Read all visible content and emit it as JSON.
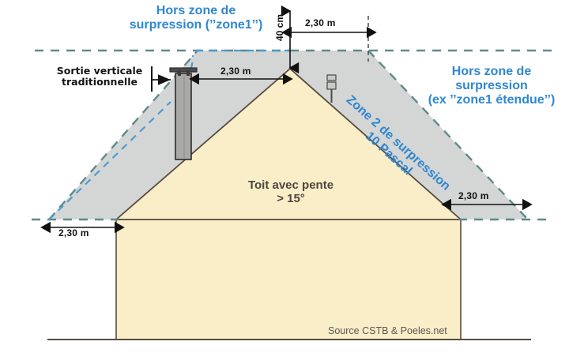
{
  "diagram": {
    "title_left": "Hors zone de\nsurpression (’’zone1’’)",
    "title_right": "Hors zone de\nsurpression\n(ex ’’zone1 étendue’’)",
    "zone2_label": "Zone 2 de surpression\n10 Pascal",
    "roof_label": "Toit avec pente\n> 15°",
    "chimney_callout": "Sortie verticale\ntraditionnelle",
    "source": "Source CSTB & Poeles.net",
    "dimensions": {
      "height_ridge": "40 cm",
      "top_right": "2,30 m",
      "chimney_right": "2,30 m",
      "left_eave": "2,30 m",
      "right_eave": "2,30 m"
    },
    "colors": {
      "accent_blue": "#2e87d2",
      "zone2_fill": "#d4d5d5",
      "roof_fill": "#faeec8",
      "house_fill": "#faeec8",
      "outline": "#554c3f",
      "dashed_boundary": "#5f8a8a",
      "dashed_blue": "#4a9bd6",
      "chimney_fill": "#a9aaa6",
      "text_dark": "#4d4640"
    }
  }
}
